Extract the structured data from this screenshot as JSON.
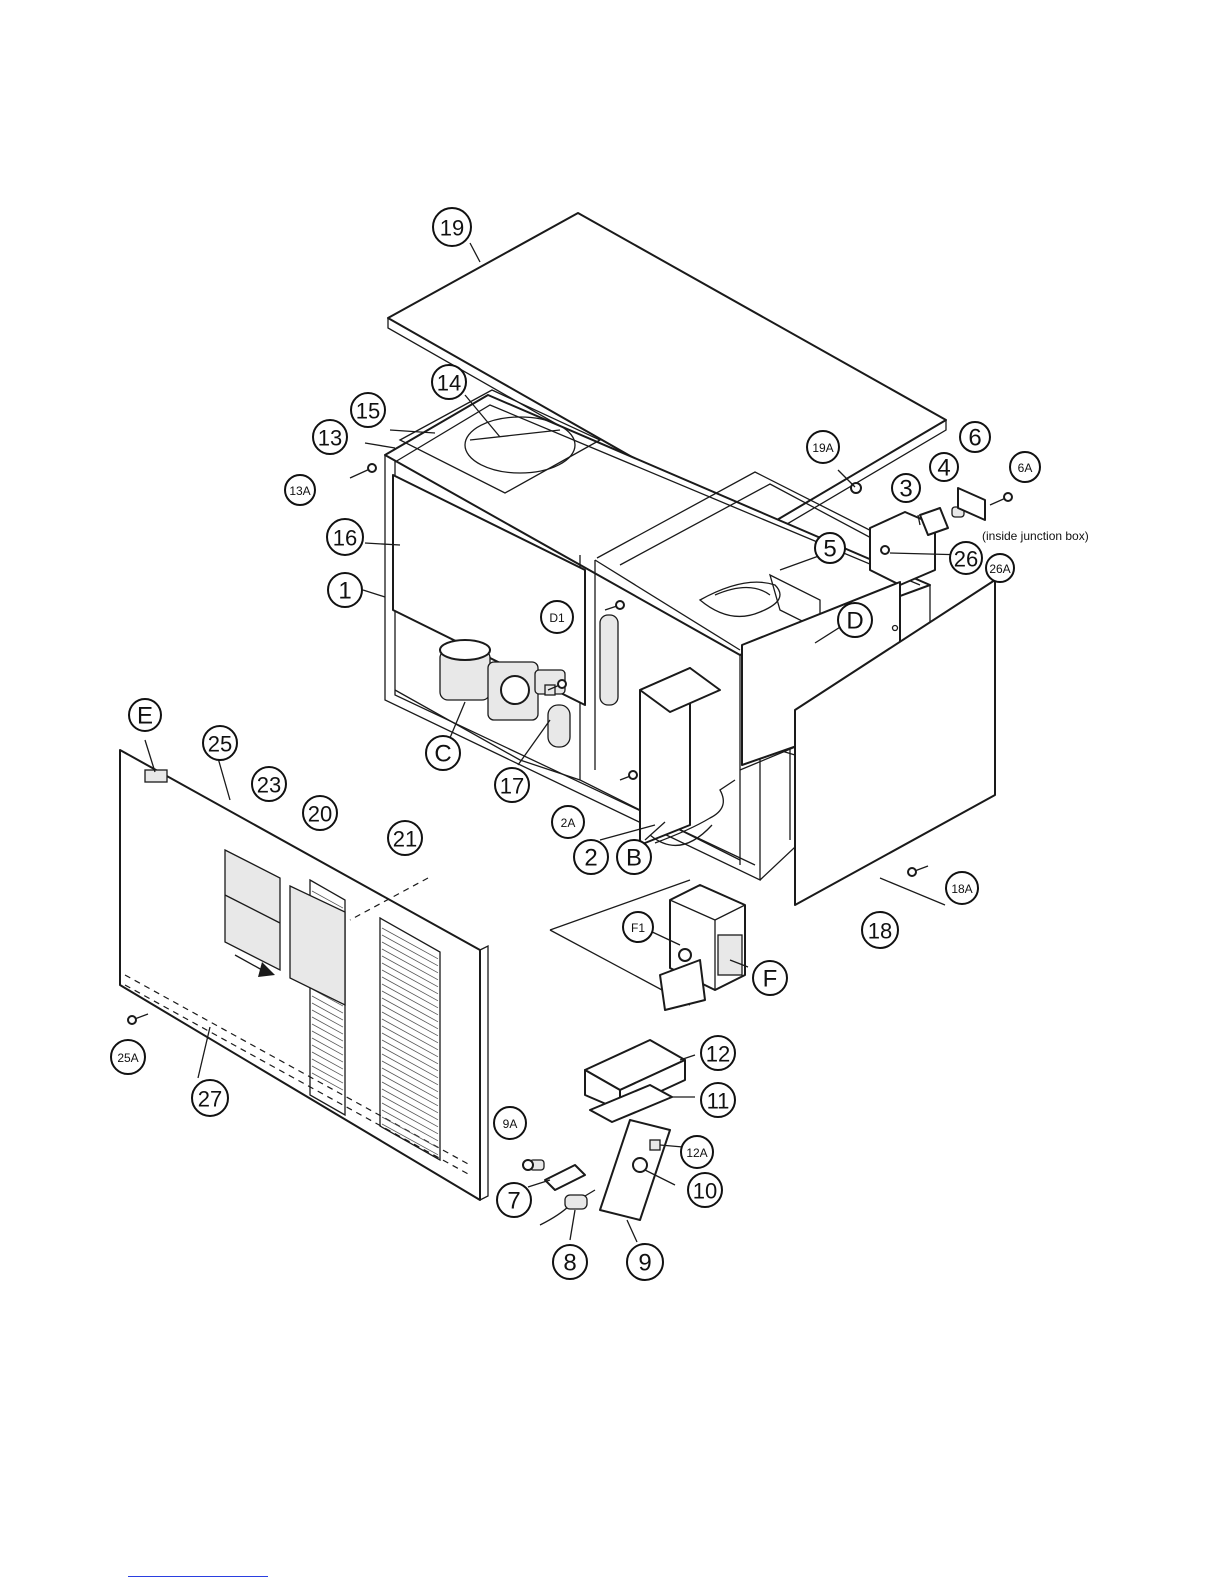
{
  "diagram": {
    "callouts": [
      "19",
      "14",
      "15",
      "13",
      "13A",
      "16",
      "1",
      "19A",
      "3",
      "4",
      "6",
      "6A",
      "5",
      "26",
      "26A",
      "D1",
      "D",
      "C",
      "17",
      "2A",
      "2",
      "B",
      "E",
      "25",
      "23",
      "20",
      "21",
      "18A",
      "18",
      "F1",
      "F",
      "25A",
      "27",
      "12",
      "11",
      "9A",
      "12A",
      "10",
      "7",
      "8",
      "9"
    ],
    "note": "(inside junction box)"
  },
  "colors": {
    "ink": "#111111",
    "paper": "#ffffff",
    "link": "#2a3fe0"
  }
}
